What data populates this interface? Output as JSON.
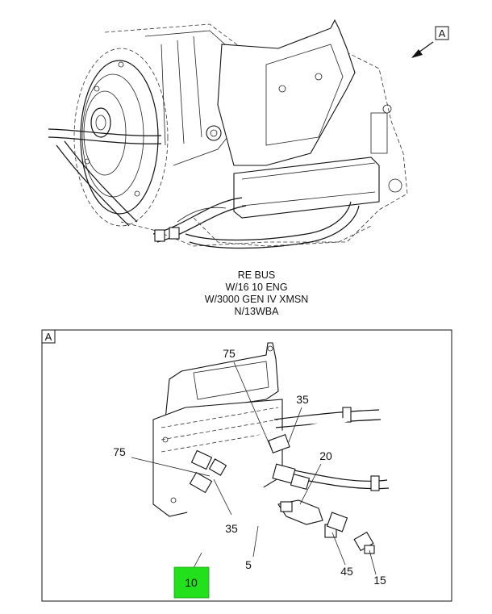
{
  "caption": {
    "line1": "RE BUS",
    "line2": "W/16 10 ENG",
    "line3": "W/3000 GEN IV XMSN",
    "line4": "N/13WBA"
  },
  "view_labels": {
    "top": "A",
    "detail": "A"
  },
  "callouts": {
    "c75_top": "75",
    "c35_top": "35",
    "c75_left": "75",
    "c20": "20",
    "c35_bottom": "35",
    "c5": "5",
    "c45": "45",
    "c15": "15",
    "c10": "10"
  },
  "colors": {
    "highlight": "#22e01b",
    "line": "#111111"
  }
}
